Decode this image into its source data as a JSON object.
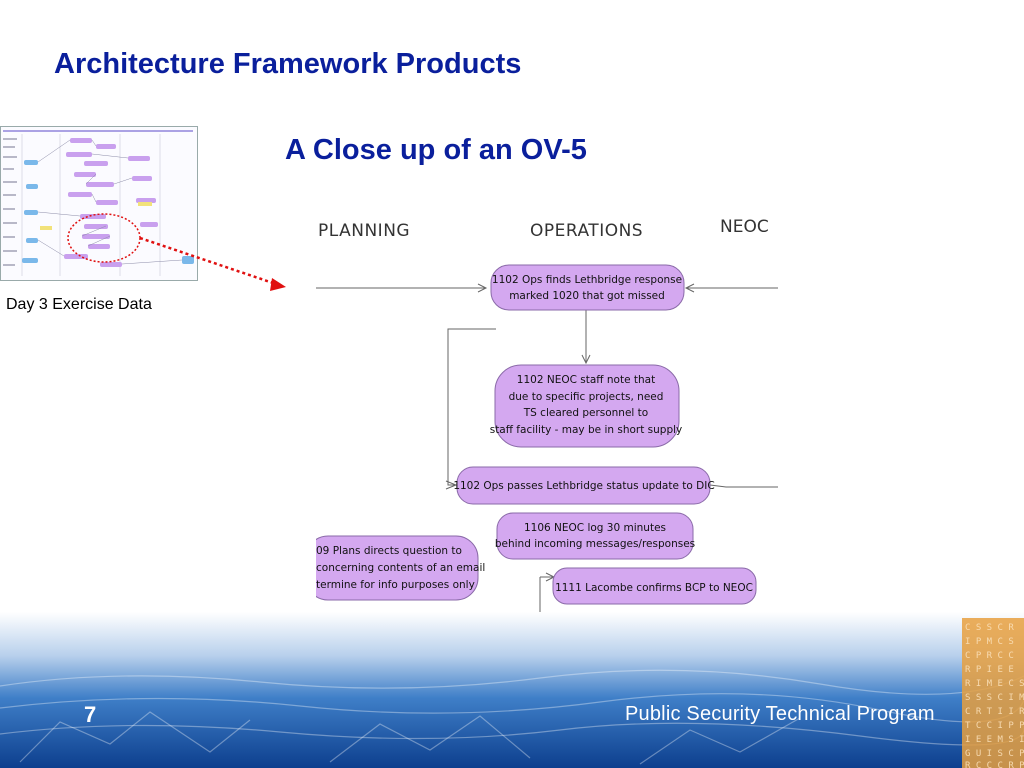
{
  "slide": {
    "title": "Architecture Framework Products",
    "subtitle": "A Close up of an OV-5",
    "thumbnail_caption": "Day 3 Exercise Data",
    "page_number": "7",
    "program_name": "Public Security Technical Program"
  },
  "ov5_closeup": {
    "lanes": [
      "PLANNING",
      "OPERATIONS",
      "NEOC"
    ],
    "activities": [
      [
        "1102 Ops finds Lethbridge response",
        "marked 1020 that got missed"
      ],
      [
        "1102 NEOC staff note that",
        "due to specific projects, need",
        "TS cleared personnel to",
        "staff facility - may be in short supply"
      ],
      [
        "1102 Ops passes Lethbridge status update to DIC"
      ],
      [
        "1106 NEOC log 30 minutes",
        "behind incoming messages/responses"
      ],
      [
        "09 Plans directs question to",
        "concerning contents of an email",
        "termine for info purposes only"
      ],
      [
        "1111 Lacombe confirms BCP to NEOC"
      ]
    ]
  },
  "colors": {
    "title": "#0a1f9c",
    "activity_fill": "#d4a8f0",
    "pointer": "#e01010",
    "footer_blue": "#1b5fb0"
  }
}
